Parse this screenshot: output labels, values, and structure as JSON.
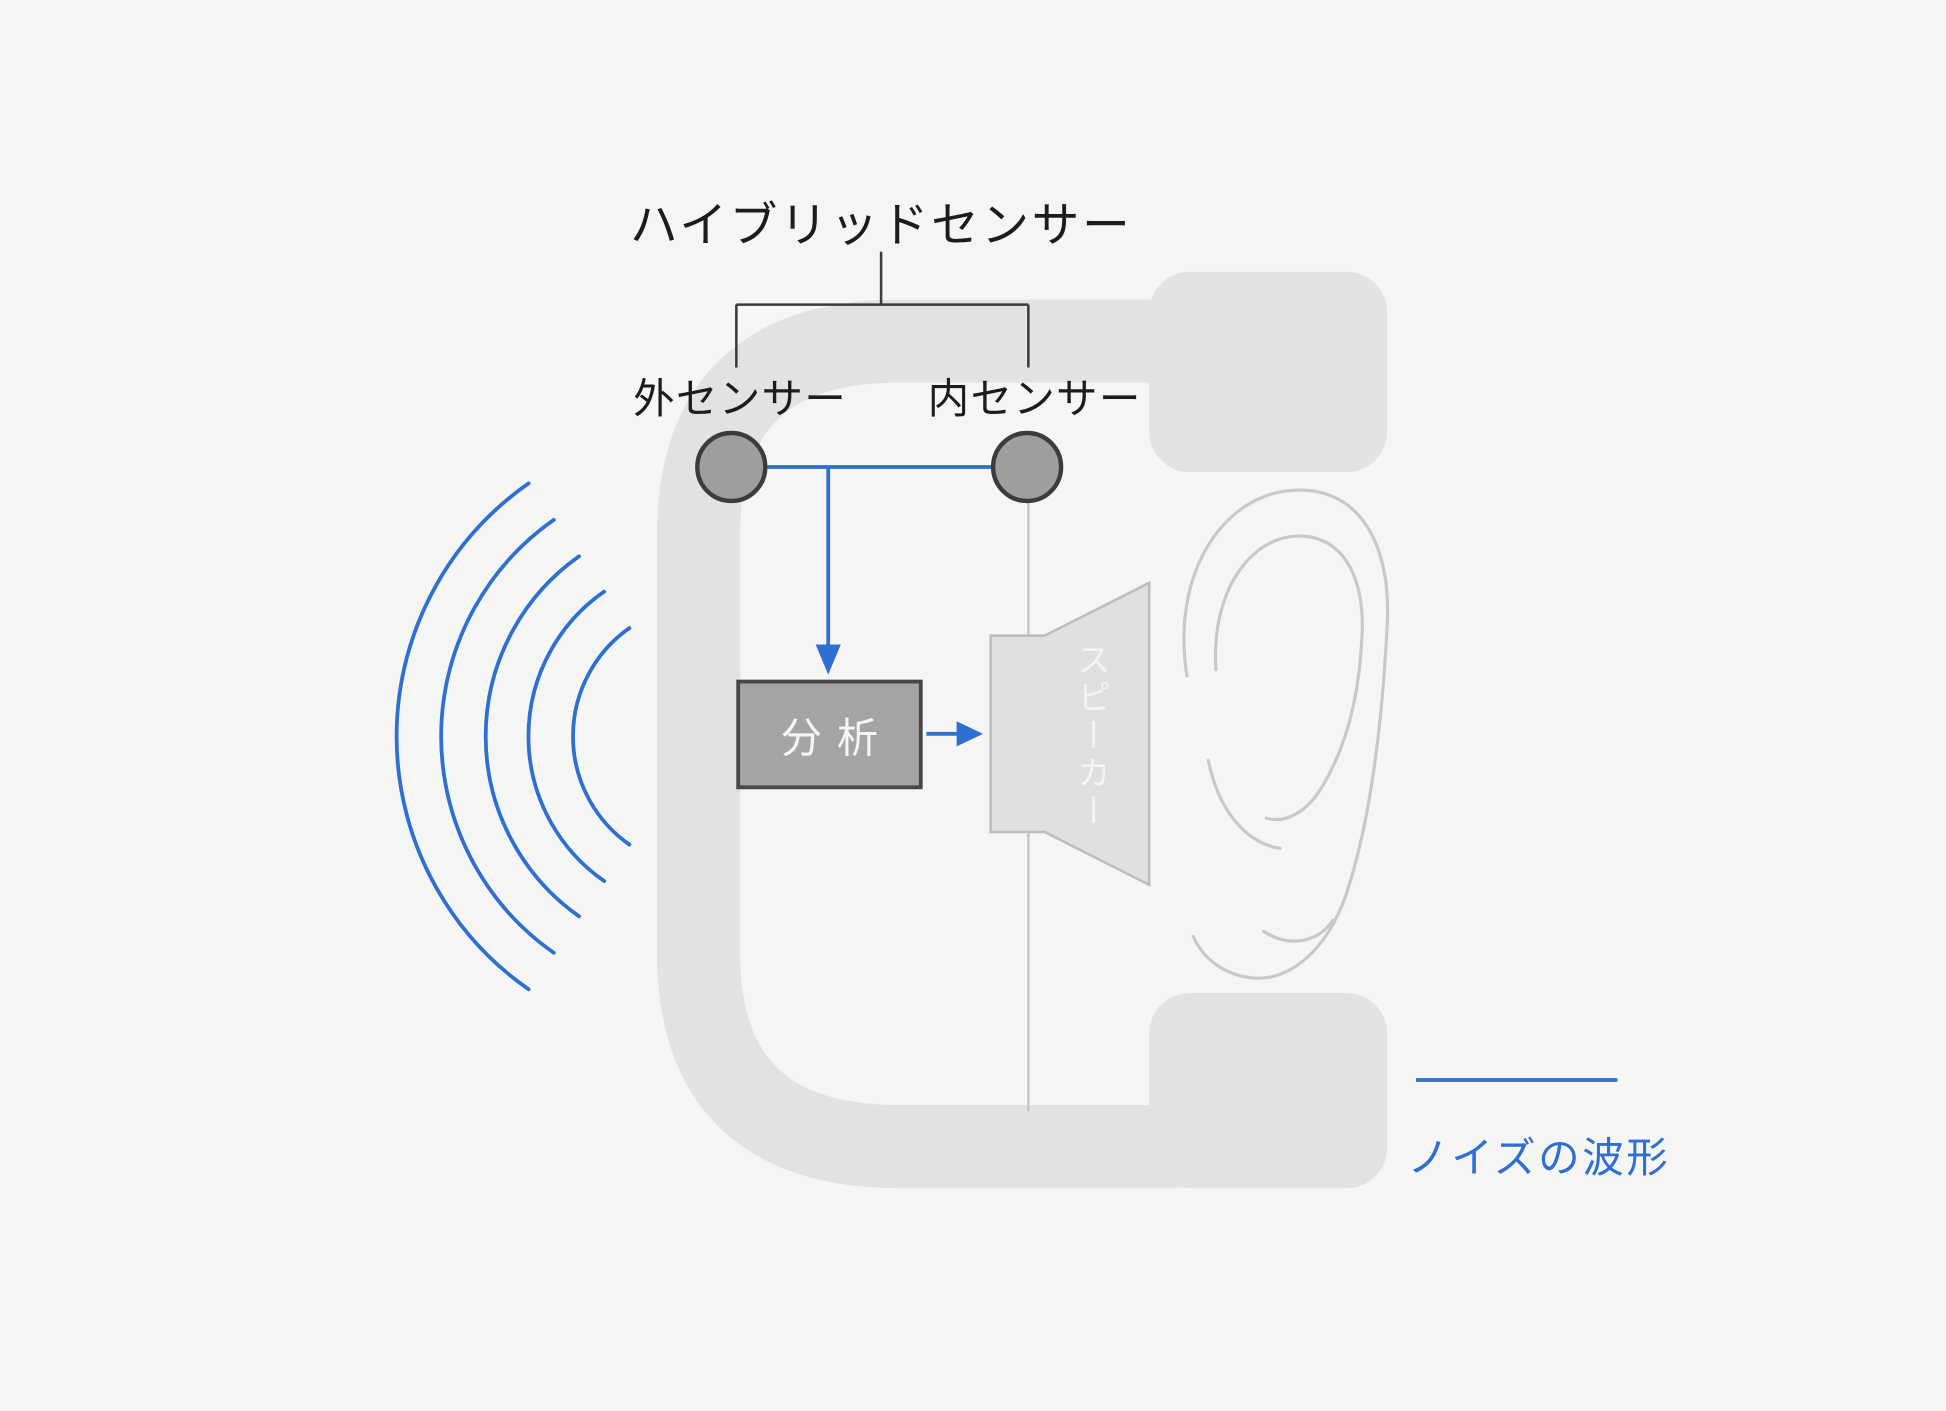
{
  "diagram": {
    "title": "ハイブリッドセンサー",
    "sensors": {
      "outer_label": "外センサー",
      "inner_label": "内センサー"
    },
    "analysis": {
      "label": "分析"
    },
    "speaker": {
      "label": "スピーカー"
    },
    "legend": {
      "label": "ノイズの波形"
    }
  },
  "colors": {
    "background": "#f5f5f3",
    "headphone_gray": "#e2e2e1",
    "accent_blue": "#2e6fd2",
    "sensor_fill": "#9e9e9d",
    "dark_stroke": "#3c3c3b",
    "analysis_fill": "#a4a4a3",
    "speaker_fill": "#dfdfde",
    "ear_stroke": "#c8c8c7",
    "text_dark": "#1c1c1c",
    "text_light": "#f4f4f2"
  }
}
